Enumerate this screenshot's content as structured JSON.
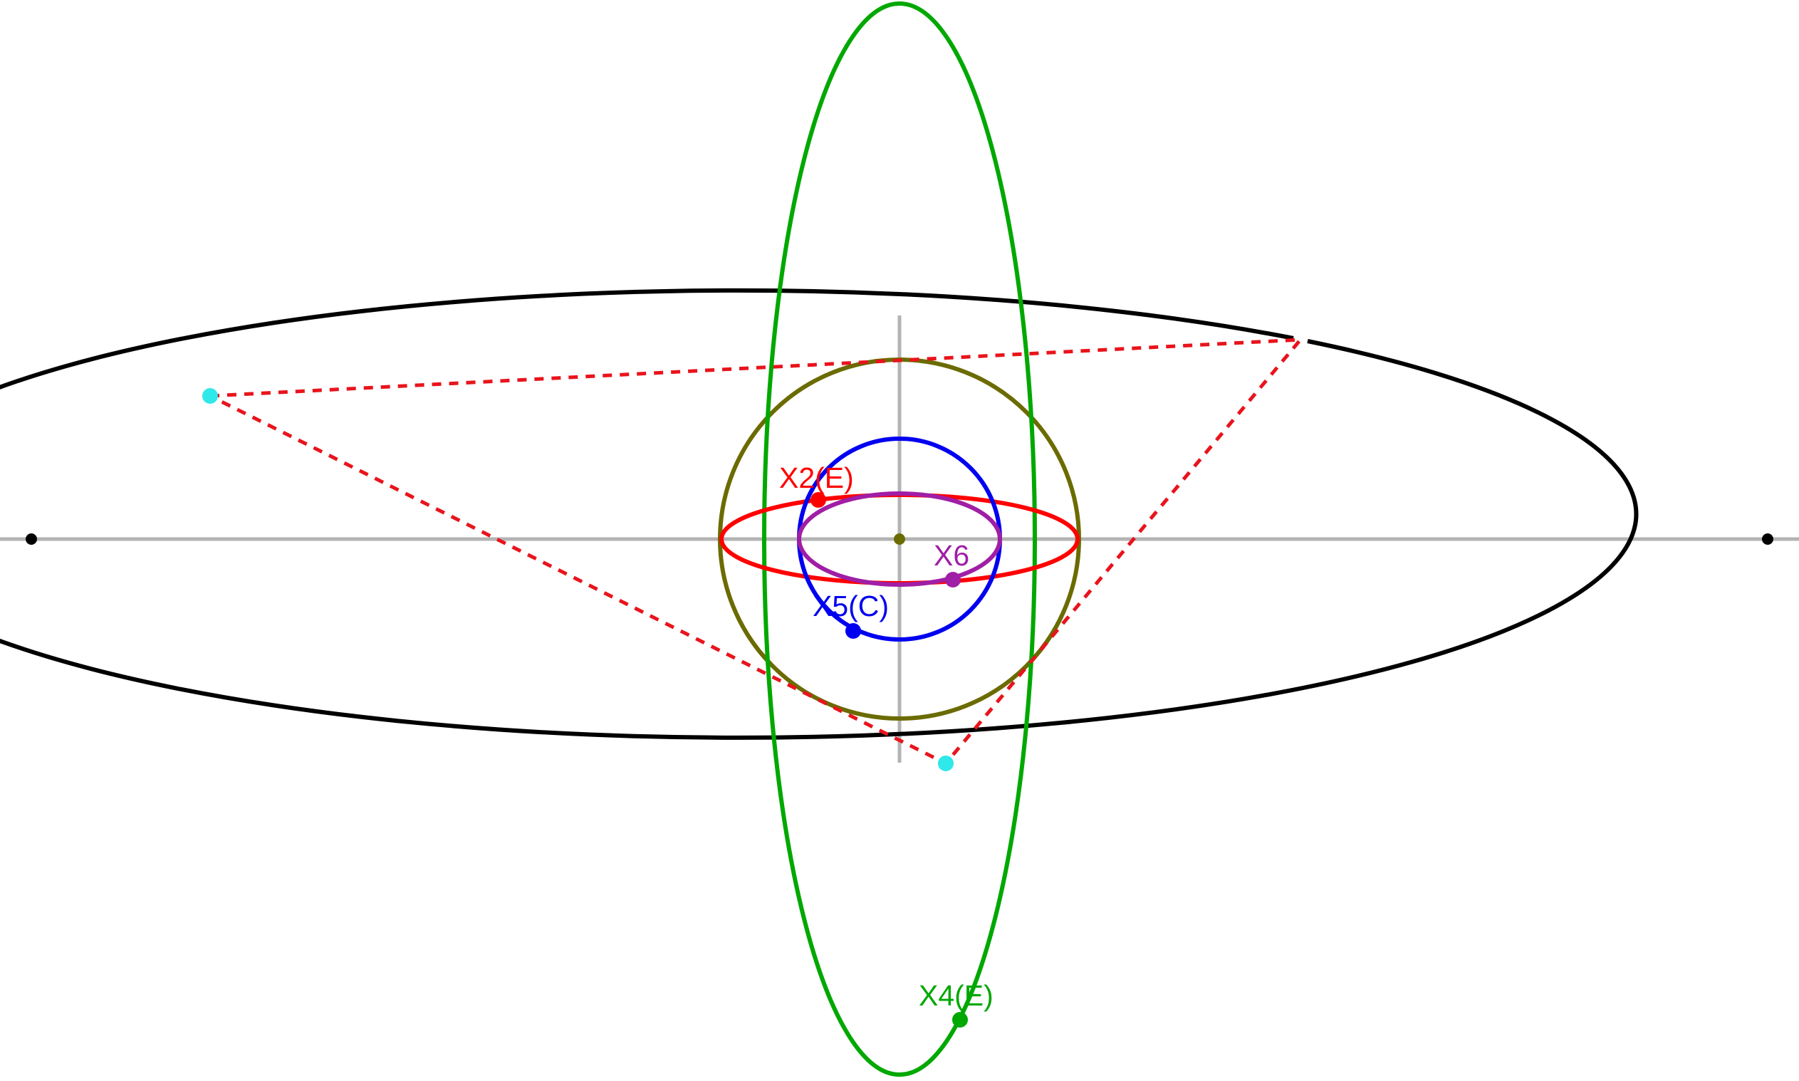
{
  "colors": {
    "background": "#ffffff",
    "axes": "#b3b3b3",
    "outer_ellipse": "#000000",
    "foci": "#000000",
    "triangle": "#e8141c",
    "triangle_vertices": "#2ee8ea",
    "circumcircle": "#6b6b00",
    "centroid_ellipse": "#ff0000",
    "circle_c": "#0000f0",
    "x6_ellipse": "#a01ea6",
    "orthocenter_ellipse": "#00a800",
    "center": "#6b6b00"
  },
  "labels": {
    "x2": {
      "text": "X2(E)",
      "color": "#ff0000"
    },
    "x5": {
      "text": "X5(C)",
      "color": "#0000f0"
    },
    "x6": {
      "text": "X6",
      "color": "#a01ea6"
    },
    "x4": {
      "text": "X4(E)",
      "color": "#00a800"
    }
  }
}
